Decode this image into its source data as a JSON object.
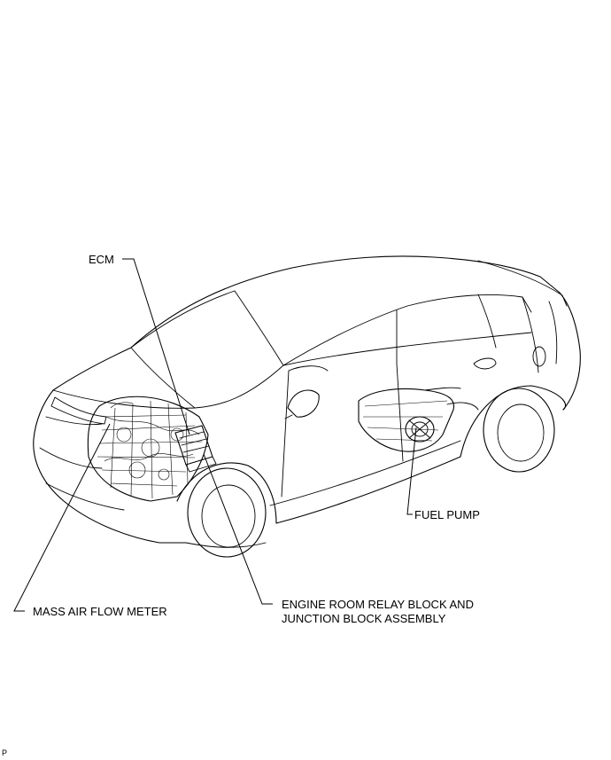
{
  "labels": {
    "ecm": "ECM",
    "fuel_pump": "FUEL PUMP",
    "mass_air_flow_meter": "MASS AIR FLOW METER",
    "relay_block_line1": "ENGINE ROOM RELAY BLOCK AND",
    "relay_block_line2": "JUNCTION BLOCK ASSEMBLY",
    "corner_mark": "P"
  },
  "icons": [
    "car-outline-icon",
    "engine-assembly-icon",
    "ecm-unit-icon",
    "fuel-tank-icon",
    "fuel-pump-icon"
  ]
}
